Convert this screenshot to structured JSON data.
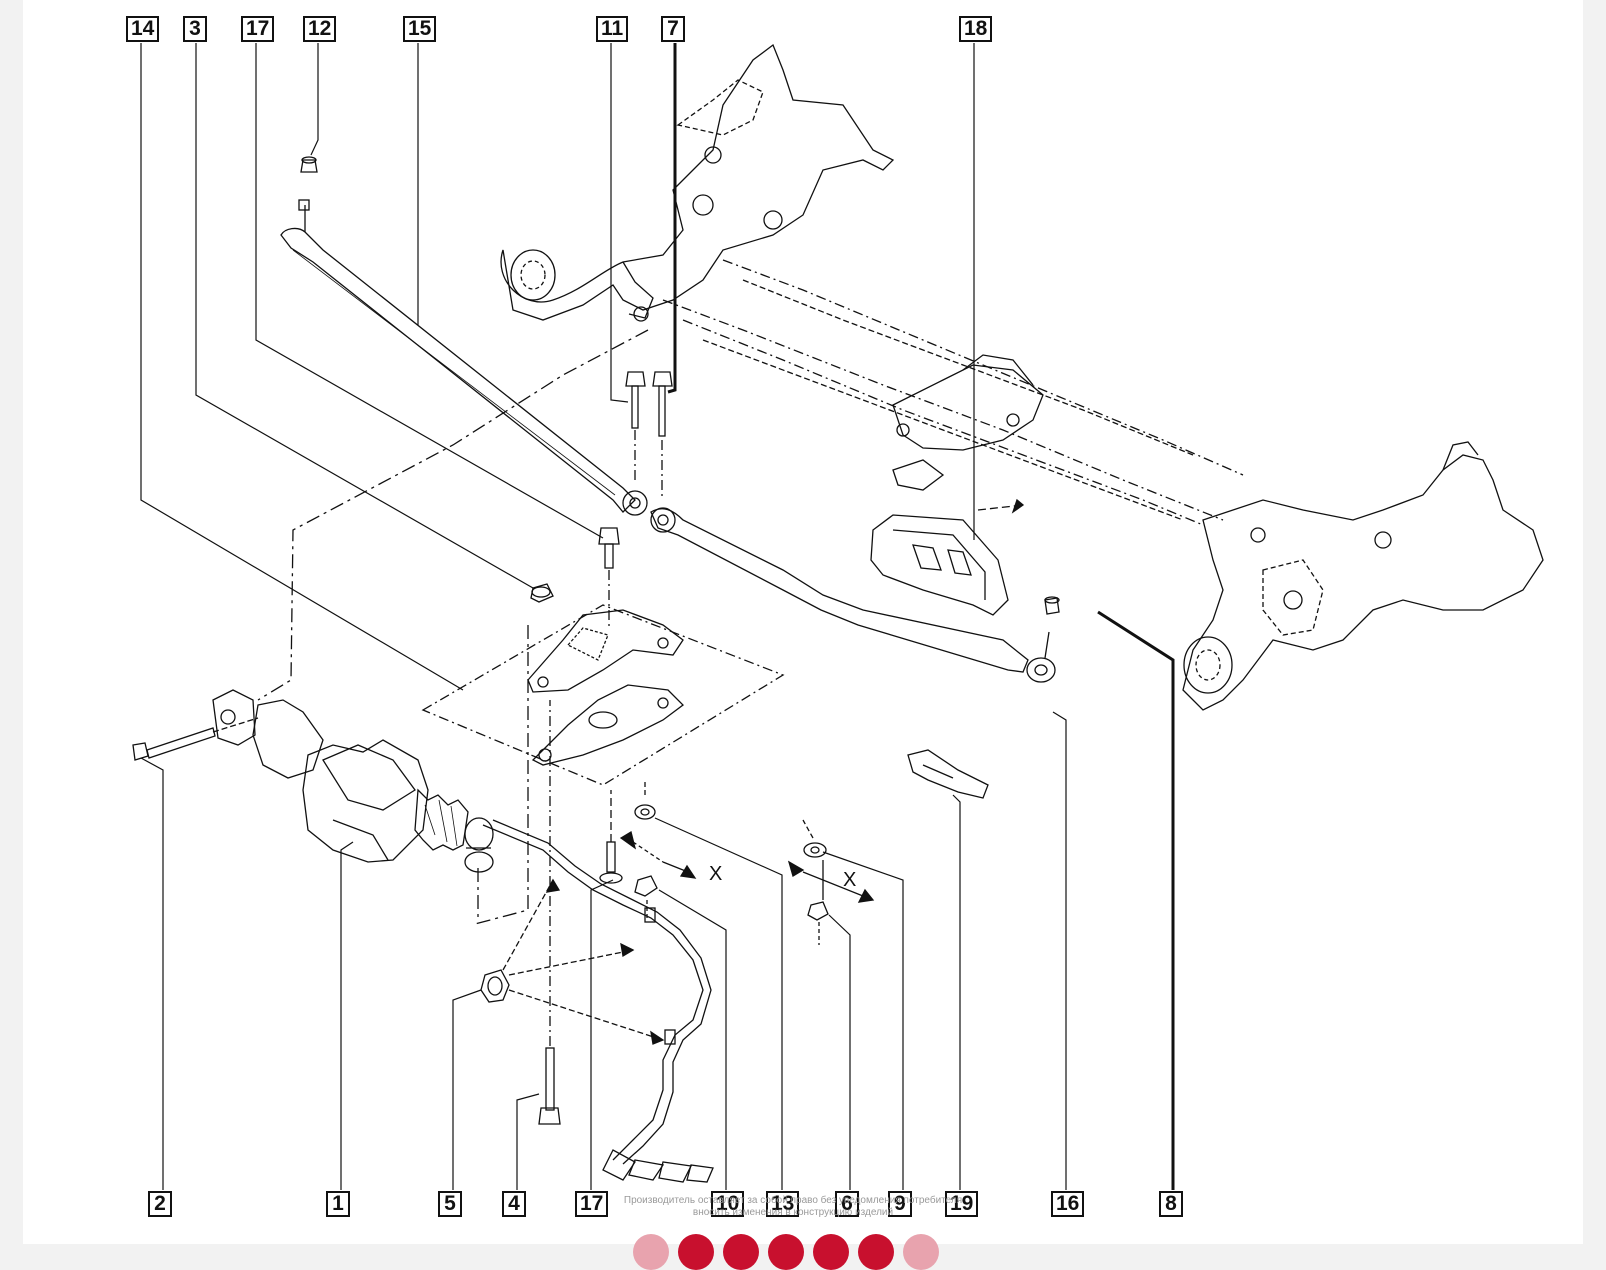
{
  "diagram": {
    "callouts_top": [
      "14",
      "3",
      "17",
      "12",
      "15",
      "11",
      "7",
      "18"
    ],
    "callouts_bottom": [
      "2",
      "1",
      "5",
      "4",
      "17",
      "10",
      "13",
      "6",
      "9",
      "19",
      "16",
      "8"
    ],
    "dimension_label": "X",
    "footnote": "Производитель оставляет за собой право без уведомления потребителя вносить изменения в конструкцию изделий"
  },
  "pagination": {
    "dots_total": 7,
    "faded_indices": [
      0,
      6
    ]
  },
  "colors": {
    "accent": "#c8102e",
    "accent_faded": "#e8a3ae",
    "line": "#111111"
  }
}
